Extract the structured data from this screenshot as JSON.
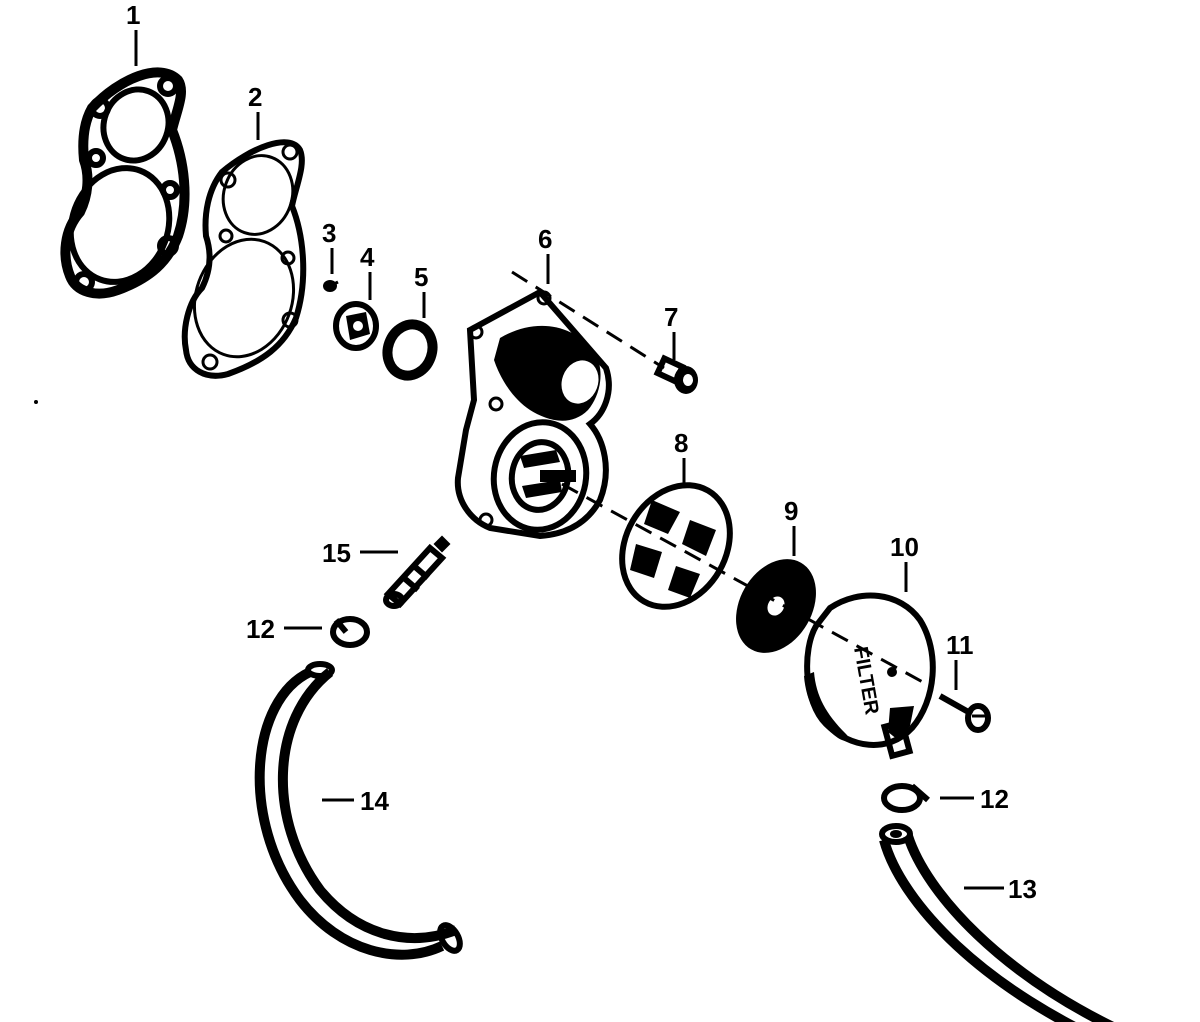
{
  "callouts": {
    "c1": "1",
    "c2": "2",
    "c3": "3",
    "c4": "4",
    "c5": "5",
    "c6": "6",
    "c7": "7",
    "c8": "8",
    "c9": "9",
    "c10": "10",
    "c11": "11",
    "c12a": "12",
    "c12b": "12",
    "c13": "13",
    "c14": "14",
    "c15": "15"
  },
  "filter_label": "FILTER",
  "colors": {
    "ink": "#000000",
    "paper": "#ffffff"
  }
}
